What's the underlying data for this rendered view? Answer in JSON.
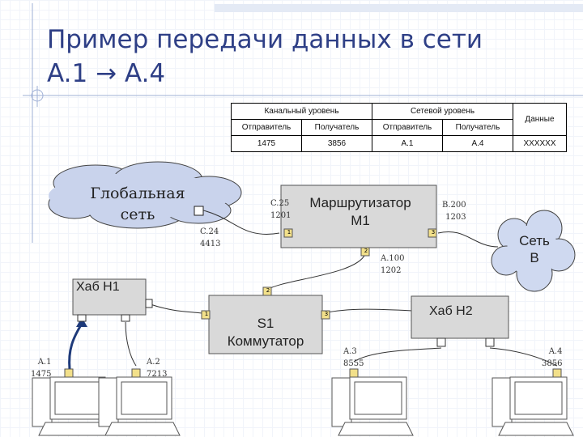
{
  "title": {
    "line1": "Пример передачи данных в сети",
    "line2": "A.1 → A.4"
  },
  "header_table": {
    "link_layer": "Канальный уровень",
    "network_layer": "Сетевой уровень",
    "data_label": "Данные",
    "sender": "Отправитель",
    "receiver": "Получатель",
    "link_sender_value": "1475",
    "link_receiver_value": "3856",
    "net_sender_value": "A.1",
    "net_receiver_value": "A.4",
    "data_value": "XXXXXX"
  },
  "global_net": {
    "line1": "Глобальная",
    "line2": "сеть"
  },
  "net_b": {
    "line1": "Сеть",
    "line2": "В"
  },
  "router": {
    "line1": "Маршрутизатор",
    "line2": "M1"
  },
  "router_ports": {
    "p1": "1",
    "p2": "2",
    "p3": "3"
  },
  "switch": {
    "line1": "S1",
    "line2": "Коммутатор"
  },
  "switch_ports": {
    "p1": "1",
    "p2": "2",
    "p3": "3"
  },
  "hub1": "Хаб H1",
  "hub2": "Хаб H2",
  "addresses": {
    "c25": "C.25",
    "c25_mac": "1201",
    "c24": "C.24",
    "c24_mac": "4413",
    "b200": "B.200",
    "b200_mac": "1203",
    "a100": "A.100",
    "a100_mac": "1202",
    "a1": "A.1",
    "a1_mac": "1475",
    "a2": "A.2",
    "a2_mac": "7213",
    "a3": "A.3",
    "a3_mac": "8555",
    "a4": "A.4",
    "a4_mac": "3856"
  },
  "colors": {
    "title": "#2e3f86",
    "cloud": "#c9d3ec",
    "cloud_b": "#cfd9f0",
    "device": "#d9d9d9",
    "port": "#f2e08a",
    "arrow": "#1e3a7a"
  }
}
